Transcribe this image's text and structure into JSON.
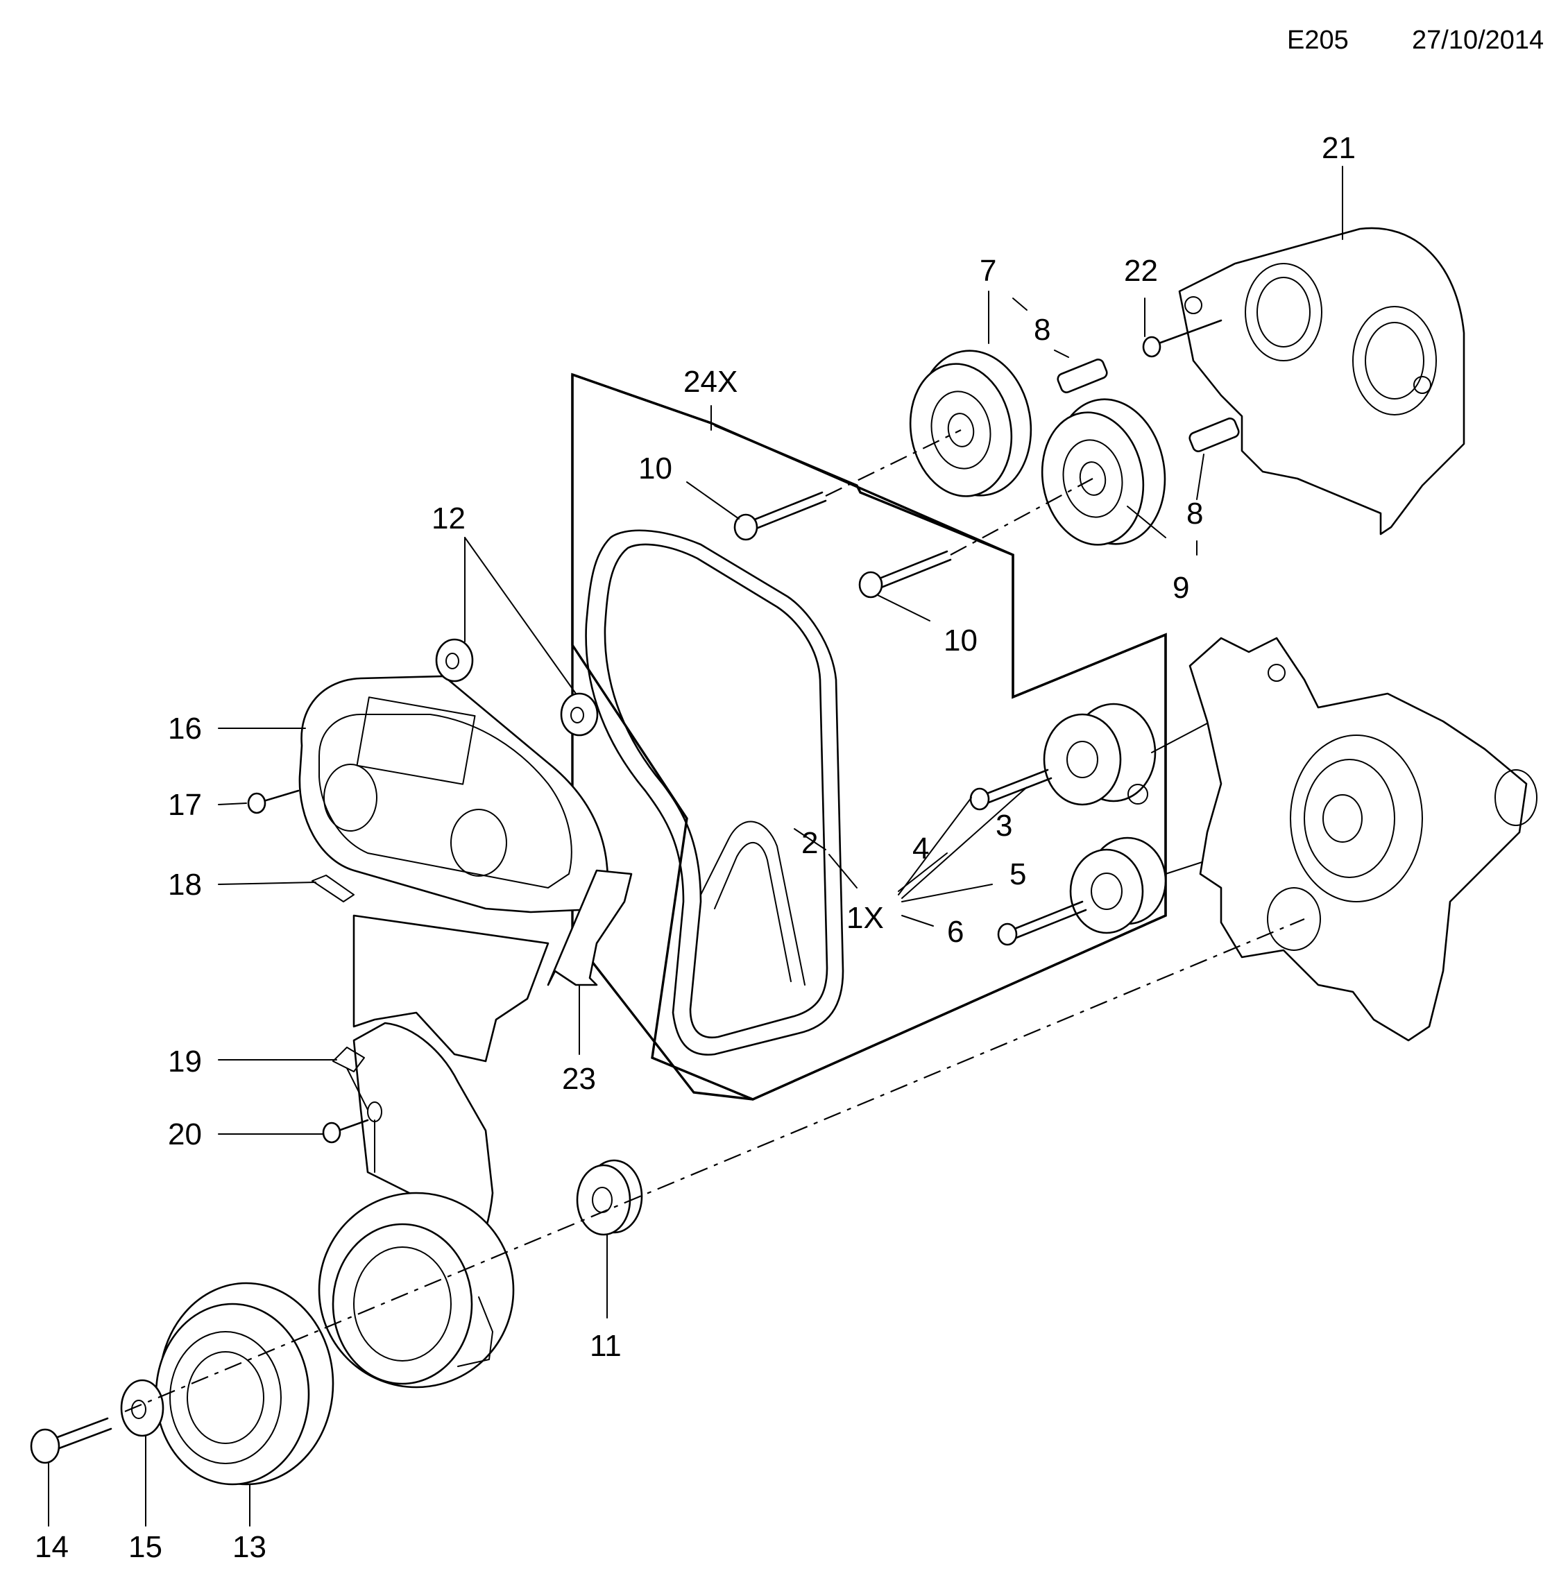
{
  "header": {
    "code": "E205",
    "date": "27/10/2014"
  },
  "callouts": {
    "c21": "21",
    "c7": "7",
    "c22": "22",
    "c8a": "8",
    "c24x": "24X",
    "c10a": "10",
    "c12": "12",
    "c8b": "8",
    "c9": "9",
    "c10b": "10",
    "c16": "16",
    "c2": "2",
    "c4": "4",
    "c3": "3",
    "c17": "17",
    "c5": "5",
    "c18": "18",
    "c1x": "1X",
    "c6": "6",
    "c19": "19",
    "c23": "23",
    "c20": "20",
    "c11": "11",
    "c14": "14",
    "c15": "15",
    "c13": "13"
  }
}
